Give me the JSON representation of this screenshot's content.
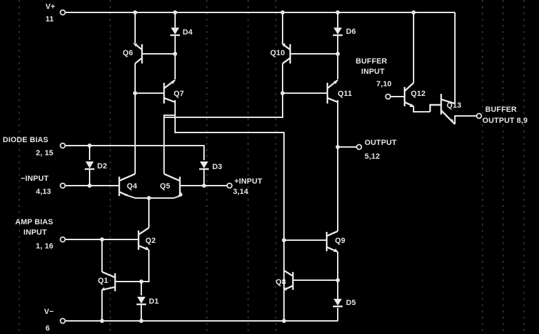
{
  "schematic": {
    "labels": {
      "vplus": "V+",
      "vplus_pin": "11",
      "vminus": "V−",
      "vminus_pin": "6",
      "diode_bias": "DIODE BIAS",
      "diode_bias_pins": "2, 15",
      "minus_input": "−INPUT",
      "minus_input_pins": "4,13",
      "amp_bias_1": "AMP BIAS",
      "amp_bias_2": "INPUT",
      "amp_bias_pins": "1, 16",
      "plus_input": "+INPUT",
      "plus_input_pins": "3,14",
      "output": "OUTPUT",
      "output_pins": "5,12",
      "buffer_input_1": "BUFFER",
      "buffer_input_2": "INPUT",
      "buffer_input_pins": "7,10",
      "buffer_output_1": "BUFFER",
      "buffer_output_2": "OUTPUT 8,9"
    },
    "transistors": {
      "q1": "Q1",
      "q2": "Q2",
      "q4": "Q4",
      "q5": "Q5",
      "q6": "Q6",
      "q7": "Q7",
      "q8": "Q8",
      "q9": "Q9",
      "q10": "Q10",
      "q11": "Q11",
      "q12": "Q12",
      "q13": "Q13"
    },
    "diodes": {
      "d1": "D1",
      "d2": "D2",
      "d3": "D3",
      "d4": "D4",
      "d5": "D5",
      "d6": "D6"
    }
  }
}
